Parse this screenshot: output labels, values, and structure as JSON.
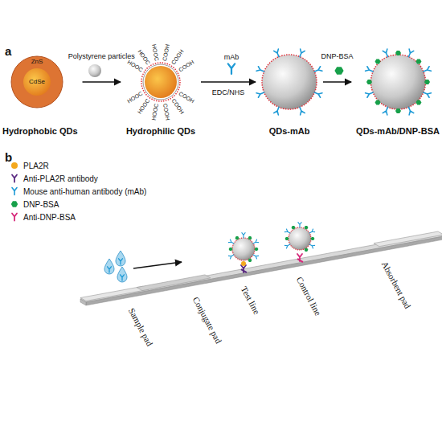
{
  "diagram": {
    "nodes": [
      {
        "text": [
          "ZnS",
          "CdSe",
          "Hydrophobic QDs"
        ]
      },
      {
        "text": [
          "Hydrophilic QDs"
        ]
      },
      {
        "text": [
          "QDs-mAb"
        ]
      },
      {
        "text": [
          "QDs-mAb/DNP-BSA"
        ]
      }
    ],
    "edges": [
      {
        "from": 0,
        "to": 1,
        "arrow": "to",
        "label": "Polystyrene particles"
      },
      {
        "from": 1,
        "to": 2,
        "arrow": "to",
        "label": "EDC/NHS"
      },
      {
        "from": 2,
        "to": 3,
        "arrow": "to",
        "label": "DNP-BSA"
      }
    ],
    "labels": [
      "a",
      "mAb",
      "COOH",
      "COOH",
      "COOH",
      "COOH",
      "COOH",
      "COOH",
      "HOOC",
      "HOOC",
      "HOOC",
      "HOOC",
      "HOOC",
      "HOOC",
      "b",
      "Sample pad",
      "Conjugate pad",
      "Test line",
      "Control line",
      "Absorbent pad"
    ],
    "legend": [
      {
        "text": "PLA2R",
        "color": "#f4a81d"
      },
      {
        "text": "Anti-PLA2R antibody"
      },
      {
        "text": "Mouse anti-human antibody (mAb)"
      },
      {
        "text": "DNP-BSA"
      },
      {
        "text": "Anti-DNP-BSA"
      }
    ]
  }
}
